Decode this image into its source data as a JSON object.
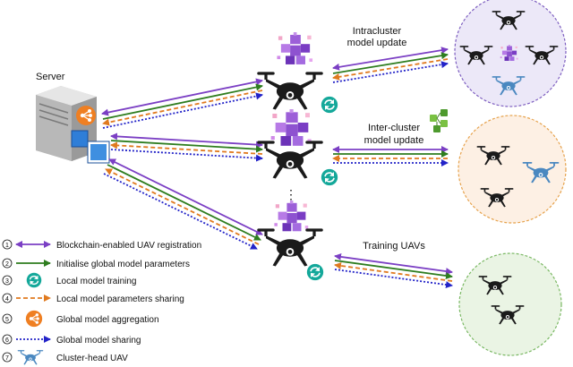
{
  "labels": {
    "server": "Server",
    "intracluster_line1": "Intracluster",
    "intracluster_line2": "model update",
    "intercluster_line1": "Inter-cluster",
    "intercluster_line2": "model update",
    "training": "Training UAVs",
    "dots": "⋮"
  },
  "legend": [
    {
      "num": "1",
      "text": "Blockchain-enabled UAV registration"
    },
    {
      "num": "2",
      "text": "Initialise global model parameters"
    },
    {
      "num": "3",
      "text": "Local model training"
    },
    {
      "num": "4",
      "text": "Local model parameters sharing"
    },
    {
      "num": "5",
      "text": "Global model aggregation"
    },
    {
      "num": "6",
      "text": "Global model sharing"
    },
    {
      "num": "7",
      "text": "Cluster-head UAV"
    }
  ],
  "colors": {
    "purple": "#7b3fc4",
    "green": "#2e7d1f",
    "orange": "#e07a1f",
    "blue": "#2323c8",
    "teal": "#14a89a",
    "aggregation": "#ef7f22",
    "uav_dark": "#1a1a1a",
    "uav_head": "#4a88c0",
    "cluster1_fill": "#ece8f8",
    "cluster1_border": "#7e5fc0",
    "cluster2_fill": "#fdf0e4",
    "cluster2_border": "#e6a24c",
    "cluster3_fill": "#eaf4e4",
    "cluster3_border": "#7ab863"
  }
}
